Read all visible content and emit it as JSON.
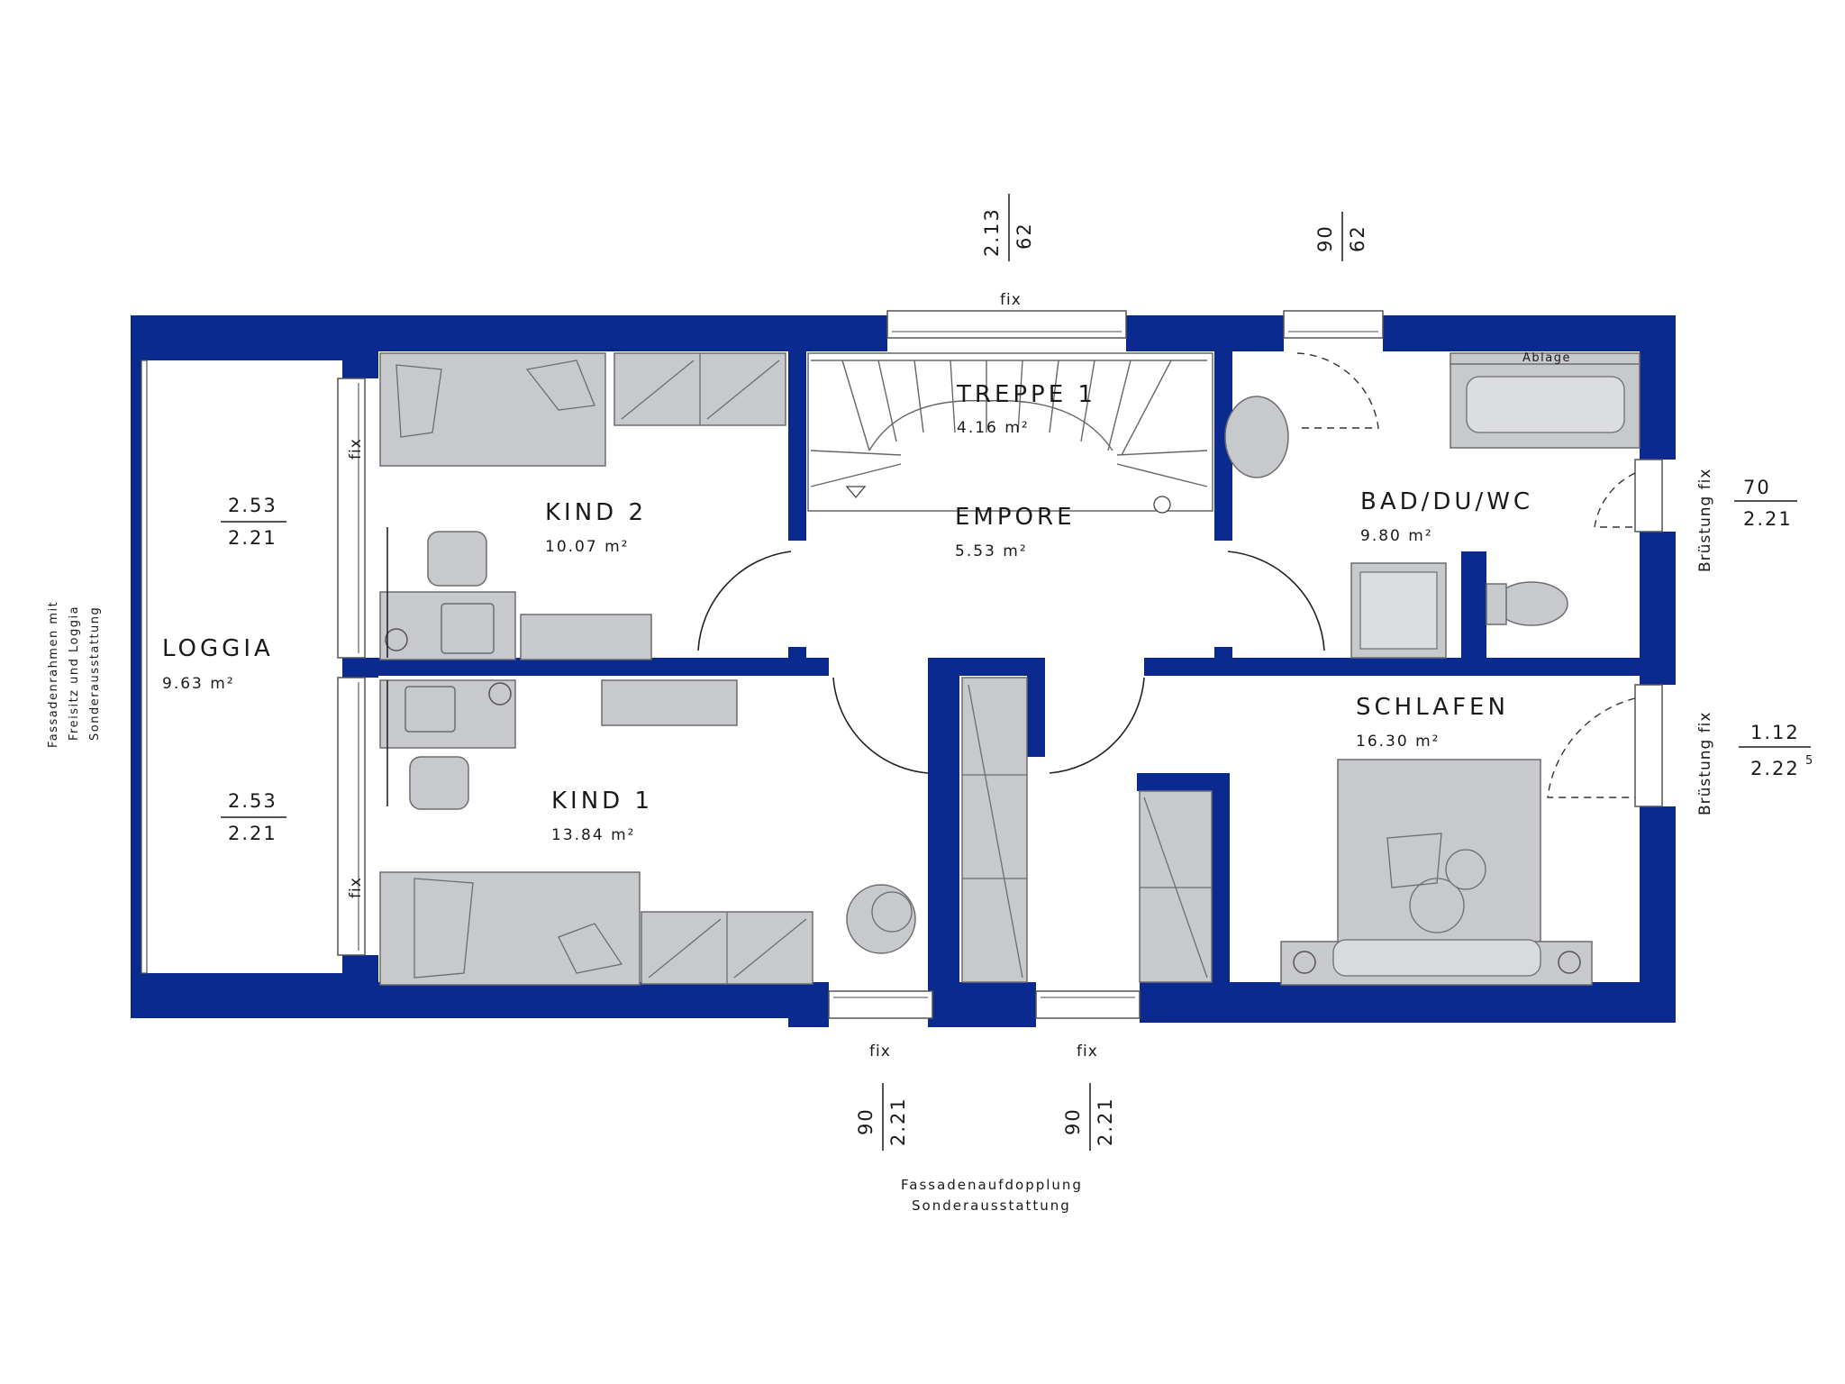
{
  "rooms": {
    "loggia": {
      "name": "LOGGIA",
      "area": "9.63 m²"
    },
    "kind2": {
      "name": "KIND 2",
      "area": "10.07 m²"
    },
    "treppe": {
      "name": "TREPPE 1",
      "area": "4.16 m²"
    },
    "empore": {
      "name": "EMPORE",
      "area": "5.53 m²"
    },
    "bad": {
      "name": "BAD/DU/WC",
      "area": "9.80 m²"
    },
    "kind1": {
      "name": "KIND 1",
      "area": "13.84 m²"
    },
    "schlafen": {
      "name": "SCHLAFEN",
      "area": "16.30 m²"
    }
  },
  "labels": {
    "fix": "fix",
    "ablage": "Ablage",
    "bruestung": "Brüstung fix",
    "facade_note_line1": "Fassadenaufdopplung",
    "facade_note_line2": "Sonderausstattung",
    "left_note_line1": "Fassadenrahmen mit",
    "left_note_line2": "Freisitz und Loggia",
    "left_note_line3": "Sonderausstattung"
  },
  "dimensions": {
    "top_window_1": {
      "top": "2.13",
      "bottom": "62"
    },
    "top_window_2": {
      "top": "90",
      "bottom": "62"
    },
    "bath_window": {
      "top": "70",
      "bottom": "2.21"
    },
    "bed_window": {
      "top": "1.12",
      "bottom": "2.22",
      "sup": "5"
    },
    "loggia_upper": {
      "top": "2.53",
      "bottom": "2.21"
    },
    "loggia_lower": {
      "top": "2.53",
      "bottom": "2.21"
    },
    "bottom_window_1": {
      "top": "90",
      "bottom": "2.21"
    },
    "bottom_window_2": {
      "top": "90",
      "bottom": "2.21"
    }
  },
  "colors": {
    "wall": "#0a2a8f",
    "furniture": "#c8c9cc"
  }
}
